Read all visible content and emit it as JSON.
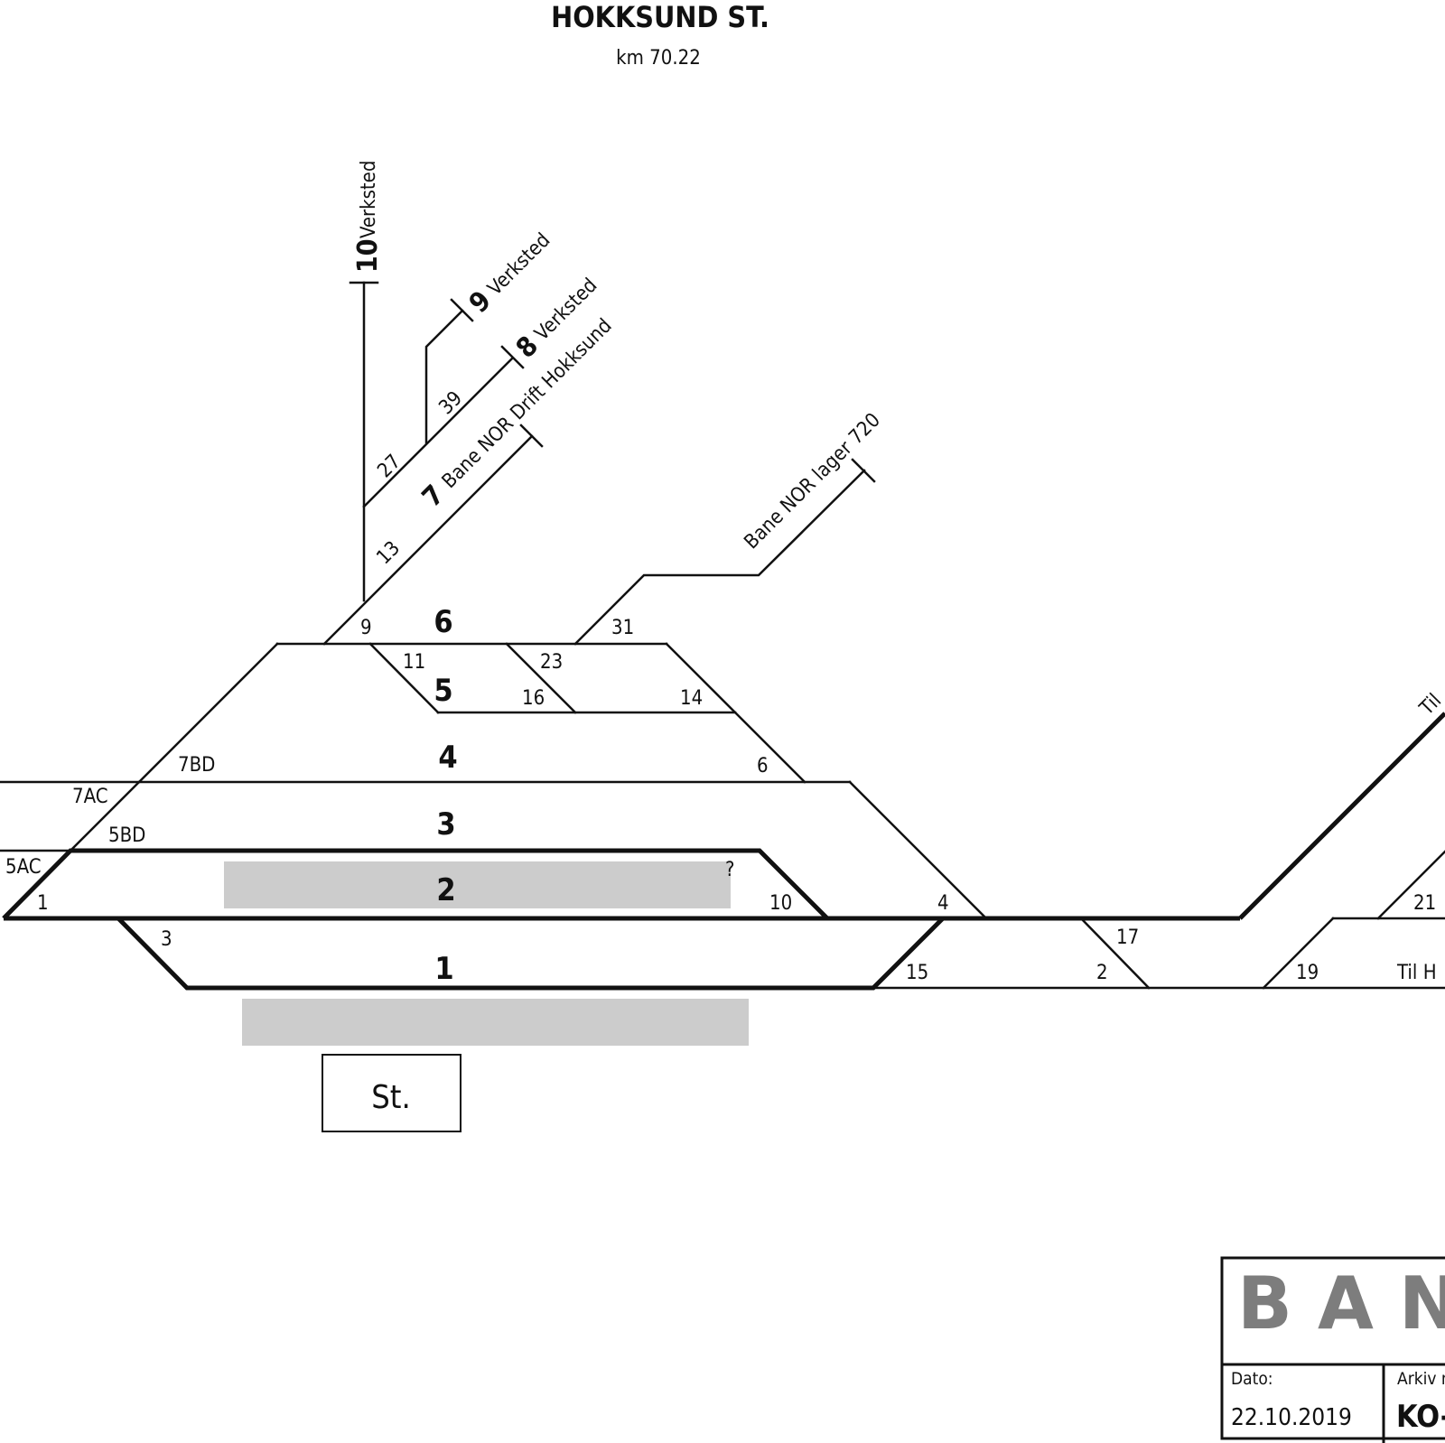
{
  "title": "HOKKSUND ST.",
  "subtitle": "km 70.22",
  "tracks": {
    "t1": "1",
    "t2": "2",
    "t3": "3",
    "t4": "4",
    "t5": "5",
    "t6": "6",
    "t7": "7",
    "t7_name": "Bane NOR Drift Hokksund",
    "t8": "8",
    "t8_name": "Verksted",
    "t9": "9",
    "t9_name": "Verksted",
    "t10": "10",
    "t10_name": "Verksted"
  },
  "siding_lager": "Bane NOR lager 720",
  "switches": {
    "s1": "1",
    "s5ac": "5AC",
    "s5bd": "5BD",
    "s7ac": "7AC",
    "s7bd": "7BD",
    "s3": "3",
    "s9": "9",
    "s11": "11",
    "s13": "13",
    "s27": "27",
    "s39": "39",
    "s16": "16",
    "s23": "23",
    "s31": "31",
    "s14": "14",
    "s6": "6",
    "s10": "10",
    "s4": "4",
    "s15": "15",
    "s17": "17",
    "s2": "2",
    "s19": "19",
    "s21": "21",
    "q": "?"
  },
  "til_upper": "Til",
  "til_lower": "Til H",
  "station_label": "St.",
  "logo_text": "BANE",
  "date_label": "Dato:",
  "date_value": "22.10.2019",
  "archive_label": "Arkiv n",
  "archive_value": "KO-"
}
